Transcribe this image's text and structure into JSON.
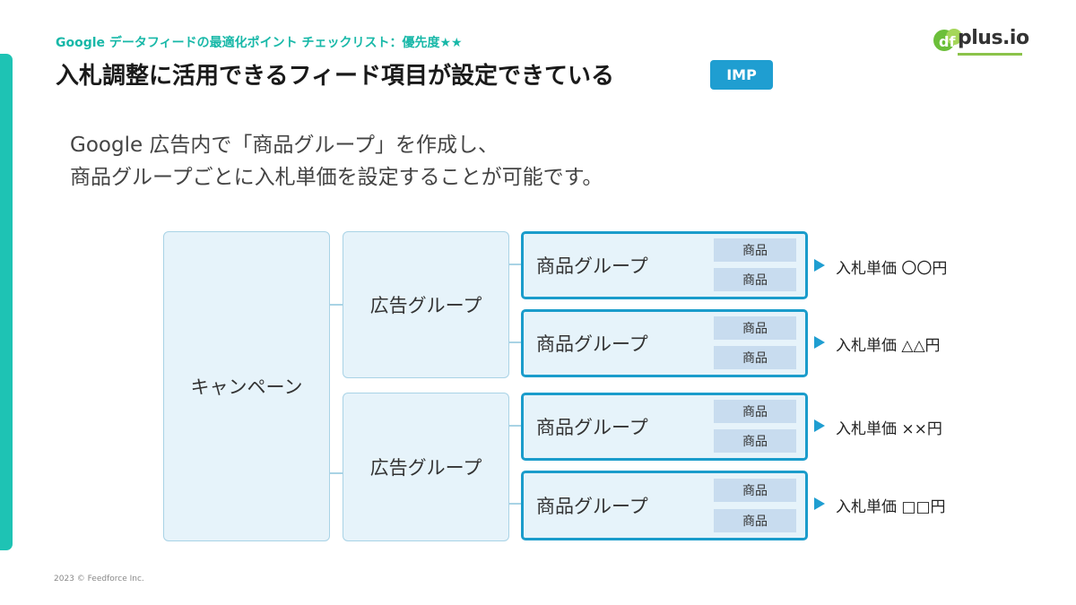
{
  "header": {
    "breadcrumb": "Google データフィードの最適化ポイント チェックリスト：優先度★★",
    "title": "入札調整に活用できるフィード項目が設定できている",
    "badge": "IMP",
    "logo_text": "plus.io"
  },
  "lead": {
    "line1": "Google 広告内で「商品グループ」を作成し、",
    "line2": "商品グループごとに入札単価を設定することが可能です。"
  },
  "diagram": {
    "campaign": "キャンペーン",
    "ad_groups": [
      "広告グループ",
      "広告グループ"
    ],
    "product_groups": [
      {
        "label": "商品グループ",
        "items": [
          "商品",
          "商品"
        ],
        "bid": "入札単価 〇〇円"
      },
      {
        "label": "商品グループ",
        "items": [
          "商品",
          "商品"
        ],
        "bid": "入札単価 △△円"
      },
      {
        "label": "商品グループ",
        "items": [
          "商品",
          "商品"
        ],
        "bid": "入札単価 ××円"
      },
      {
        "label": "商品グループ",
        "items": [
          "商品",
          "商品"
        ],
        "bid": "入札単価 □□円"
      }
    ]
  },
  "footer": {
    "copyright": "2023 © Feedforce Inc."
  },
  "colors": {
    "accent": "#1ec3b4",
    "primary": "#1f9ed1",
    "box_fill": "#e6f3fa",
    "item_fill": "#c8dcef"
  }
}
